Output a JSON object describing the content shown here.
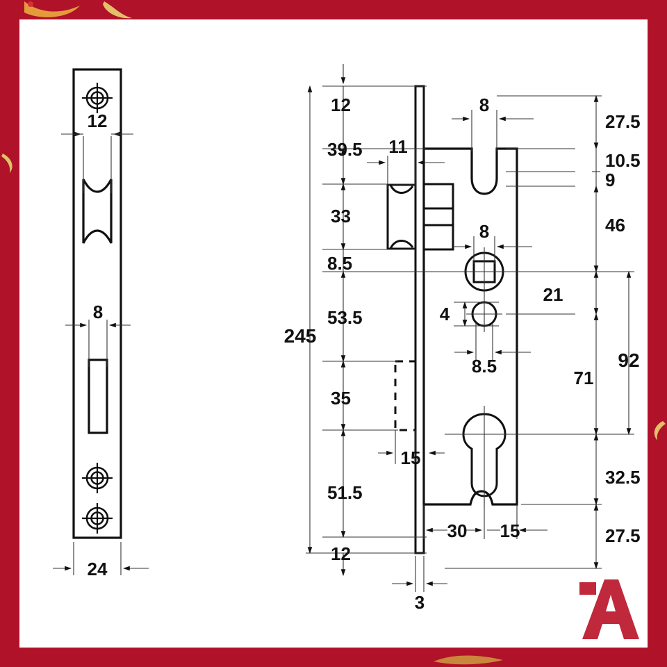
{
  "document": {
    "type": "technical-drawing",
    "subject": "mortise lock body - front view and side (faceplate) view",
    "units": "mm"
  },
  "branding": {
    "border_color": "#b01229",
    "logo_color": "#c0283c",
    "logo_letter": "A"
  },
  "drawing_colors": {
    "outline": "#111111",
    "dimension": "#333333",
    "background": "#ffffff"
  },
  "faceplate_view": {
    "name": "faceplate-view",
    "dimensions": {
      "latch_opening_width": "12",
      "bolt_opening_width": "8",
      "faceplate_width": "24"
    },
    "features": [
      {
        "name": "screw-hole-top",
        "type": "countersunk-screw"
      },
      {
        "name": "latch-opening",
        "type": "waisted-slot"
      },
      {
        "name": "bolt-opening",
        "type": "rectangular-slot"
      },
      {
        "name": "screw-hole-lower",
        "type": "countersunk-screw"
      },
      {
        "name": "screw-hole-bottom",
        "type": "countersunk-screw"
      }
    ]
  },
  "front_view": {
    "name": "front-view",
    "left_dimensions": {
      "overall_height": "245",
      "top_to_latch_top": "12",
      "latch_upper_gap": "39.5",
      "latch_height": "33",
      "latch_to_spindle": "8.5",
      "spindle_to_slot_top": "53.5",
      "slot_height": "35",
      "slot_to_bottom": "51.5",
      "bottom_margin": "12"
    },
    "inner_dimensions": {
      "latch_projection": "11",
      "slot_offset": "15"
    },
    "top_dimensions": {
      "notch_width": "8",
      "spindle_width": "8"
    },
    "hole_dimensions": {
      "follower_offset": "4",
      "pin_hole_offset": "8.5"
    },
    "right_dimensions": {
      "top_to_notch": "27.5",
      "notch_depth": "10.5",
      "notch_inner": "9",
      "notch_to_spindle": "46",
      "spindle_to_follower": "21",
      "spindle_to_cylinder": "71",
      "notch_to_cylinder": "92",
      "cylinder_to_body_bottom": "32.5",
      "body_bottom_to_end": "27.5"
    },
    "bottom_dimensions": {
      "backset_main": "30",
      "backset_extra": "15",
      "faceplate_thickness": "3"
    },
    "features": [
      {
        "name": "faceplate-strip",
        "type": "vertical-strip"
      },
      {
        "name": "latch-bolt",
        "type": "rounded-tongue"
      },
      {
        "name": "latch-housing",
        "type": "segmented-box"
      },
      {
        "name": "dead-bolt-notch",
        "type": "u-slot"
      },
      {
        "name": "spindle-hole",
        "type": "square-in-circle"
      },
      {
        "name": "follower-pin-hole",
        "type": "small-circle"
      },
      {
        "name": "cylinder-hole",
        "type": "euro-profile"
      },
      {
        "name": "hidden-slot",
        "type": "dashed-rectangle"
      }
    ]
  }
}
